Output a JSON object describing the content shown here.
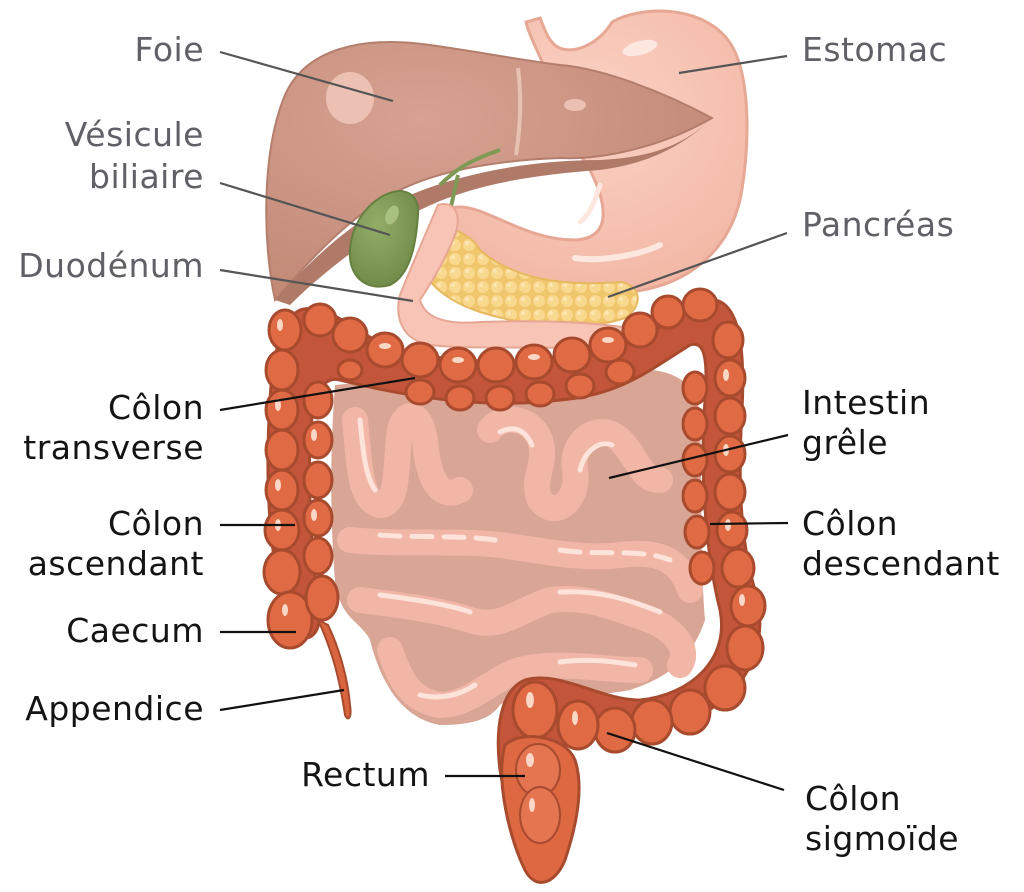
{
  "diagram": {
    "colors": {
      "liver": "#c9927f",
      "liver_dark": "#b47e6c",
      "gallbladder": "#7e9a55",
      "stomach": "#f6c3b4",
      "stomach_edge": "#e8a995",
      "pancreas": "#f6cf7c",
      "duodenum": "#f7c4b5",
      "colon": "#d9653f",
      "colon_dark": "#a84a2e",
      "small_intestine": "#f1b3a3",
      "small_intestine_bg": "#d9a595",
      "upper_label_text": "#606066",
      "lower_label_text": "#141414",
      "leader_line_upper": "#555555",
      "leader_line_lower": "#111111"
    },
    "labels": {
      "foie": "Foie",
      "vesicule_line1": "Vésicule",
      "vesicule_line2": "biliaire",
      "duodenum": "Duodénum",
      "estomac": "Estomac",
      "pancreas": "Pancréas",
      "colon_transverse_line1": "Côlon",
      "colon_transverse_line2": "transverse",
      "colon_ascendant_line1": "Côlon",
      "colon_ascendant_line2": "ascendant",
      "caecum": "Caecum",
      "appendice": "Appendice",
      "intestin_grele_line1": "Intestin",
      "intestin_grele_line2": "grêle",
      "colon_descendant_line1": "Côlon",
      "colon_descendant_line2": "descendant",
      "rectum": "Rectum",
      "colon_sigmoide_line1": "Côlon",
      "colon_sigmoide_line2": "sigmoïde"
    }
  }
}
